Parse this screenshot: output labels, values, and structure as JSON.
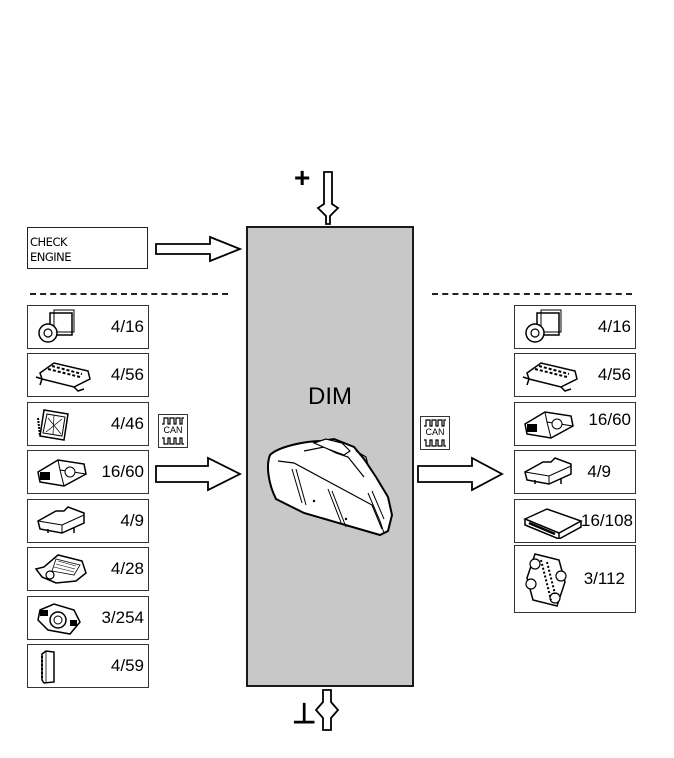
{
  "diagram": {
    "central_unit": {
      "label": "DIM",
      "fill": "#c8c8c8"
    },
    "power": {
      "supply_symbol": "+",
      "ground_symbol": "⊥"
    },
    "inputs": {
      "warning_lamp": {
        "line1": "CHECK",
        "line2": "ENGINE"
      },
      "bus_label": "CAN",
      "modules": [
        {
          "code": "4/16",
          "icon": "abs-hydraulic-unit-icon"
        },
        {
          "code": "4/56",
          "icon": "control-module-bracket-icon"
        },
        {
          "code": "4/46",
          "icon": "ecu-finned-icon"
        },
        {
          "code": "16/60",
          "icon": "connector-module-icon"
        },
        {
          "code": "4/9",
          "icon": "control-box-icon"
        },
        {
          "code": "4/28",
          "icon": "sensor-plate-icon"
        },
        {
          "code": "3/254",
          "icon": "steering-switch-icon"
        },
        {
          "code": "4/59",
          "icon": "slim-module-icon"
        }
      ]
    },
    "outputs": {
      "bus_label": "CAN",
      "modules": [
        {
          "code": "4/16",
          "icon": "abs-hydraulic-unit-icon"
        },
        {
          "code": "4/56",
          "icon": "control-module-bracket-icon"
        },
        {
          "code": "16/60",
          "icon": "connector-module-icon"
        },
        {
          "code": "4/9",
          "icon": "control-box-icon"
        },
        {
          "code": "16/108",
          "icon": "flat-box-unit-icon"
        },
        {
          "code": "3/112",
          "icon": "switch-panel-icon"
        }
      ]
    }
  }
}
